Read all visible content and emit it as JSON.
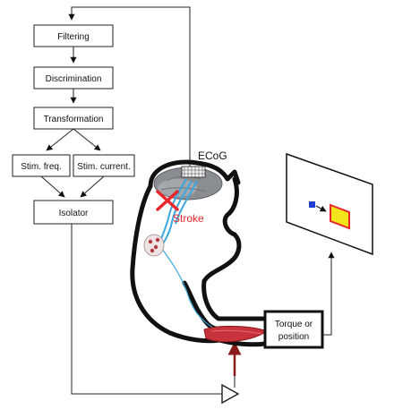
{
  "pipeline": {
    "filtering": "Filtering",
    "discrimination": "Discrimination",
    "transformation": "Transformation",
    "stim_freq": "Stim. freq.",
    "stim_current": "Stim. current.",
    "isolator": "Isolator"
  },
  "labels": {
    "ecog": "ECoG",
    "stroke": "Stroke",
    "torque_line1": "Torque or",
    "torque_line2": "position"
  },
  "colors": {
    "stroke_mark": "#e8262b",
    "nerve": "#3aa7e0",
    "brain": "#8a8d92",
    "muscle": "#c8323a",
    "target_fill": "#f2e51c",
    "target_border": "#e8262b",
    "cursor": "#1f3fd1"
  }
}
